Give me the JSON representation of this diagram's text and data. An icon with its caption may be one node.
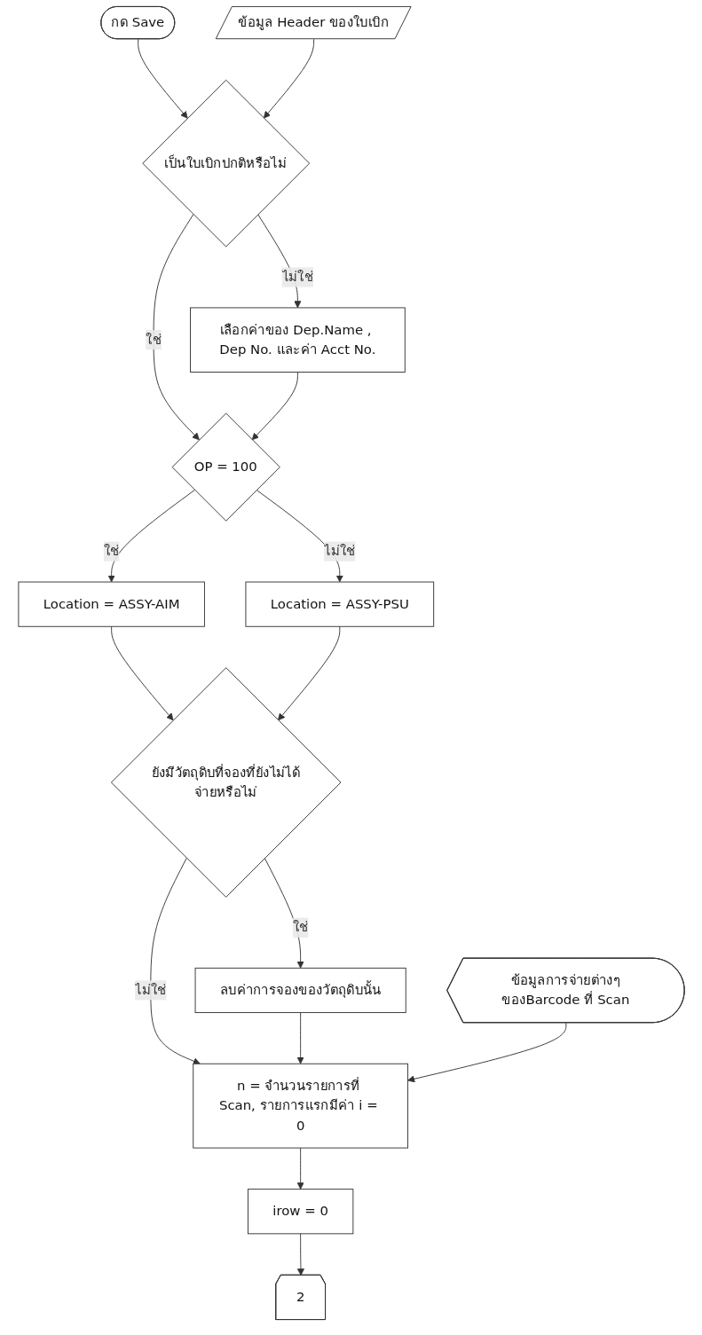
{
  "diagram": {
    "nodes": [
      {
        "text": [
          "กด Save"
        ]
      },
      {
        "text": [
          "ข้อมูล Header ของใบเบิก"
        ]
      },
      {
        "text": [
          "เป็นใบเบิกปกติหรือไม่"
        ]
      },
      {
        "text": [
          "เลือกค่าของ Dep.Name , Dep No. และค่า Acct No."
        ]
      },
      {
        "text": [
          "OP = 100"
        ]
      },
      {
        "text": [
          "Location = ASSY-AIM"
        ]
      },
      {
        "text": [
          "Location = ASSY-PSU"
        ]
      },
      {
        "text": [
          "ยังมีวัตถุดิบที่จองที่ยังไม่ได้จ่ายหรือไม่"
        ]
      },
      {
        "text": [
          "ลบค่าการจองของวัตถุดิบนั้น"
        ]
      },
      {
        "text": [
          "n = จำนวนรายการที่ Scan, รายการแรกมีค่า i = 0"
        ]
      },
      {
        "text": [
          "ข้อมูลการจ่ายต่างๆของBarcode ที่ Scan"
        ]
      },
      {
        "text": [
          "irow = 0"
        ]
      },
      {
        "text": [
          "2"
        ]
      }
    ],
    "edges": [
      {
        "from": 0,
        "to": 2,
        "arrow": "to"
      },
      {
        "from": 1,
        "to": 2,
        "arrow": "to"
      },
      {
        "from": 2,
        "to": 3,
        "arrow": "to",
        "label": "ไม่ใช่"
      },
      {
        "from": 2,
        "to": 4,
        "arrow": "to",
        "label": "ใช่"
      },
      {
        "from": 3,
        "to": 4,
        "arrow": "to"
      },
      {
        "from": 4,
        "to": 5,
        "arrow": "to",
        "label": "ใช่"
      },
      {
        "from": 4,
        "to": 6,
        "arrow": "to",
        "label": "ไม่ใช่"
      },
      {
        "from": 5,
        "to": 7,
        "arrow": "to"
      },
      {
        "from": 6,
        "to": 7,
        "arrow": "to"
      },
      {
        "from": 7,
        "to": 8,
        "arrow": "to",
        "label": "ใช่"
      },
      {
        "from": 7,
        "to": 9,
        "arrow": "to",
        "label": "ไม่ใช่"
      },
      {
        "from": 8,
        "to": 9,
        "arrow": "to"
      },
      {
        "from": 10,
        "to": 9,
        "arrow": "to"
      },
      {
        "from": 9,
        "to": 11,
        "arrow": "to"
      },
      {
        "from": 11,
        "to": 12,
        "arrow": "to"
      }
    ]
  }
}
